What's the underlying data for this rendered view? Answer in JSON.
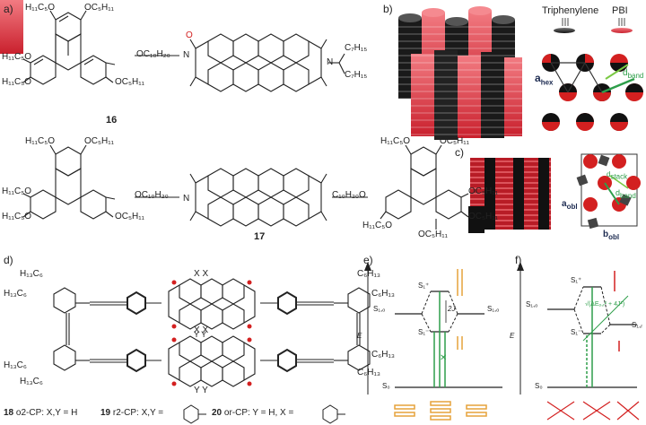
{
  "panels": {
    "a": "a)",
    "b": "b)",
    "c": "c)",
    "d": "d)",
    "e": "e)",
    "f": "f)"
  },
  "compound_16": {
    "number": "16",
    "substituents": {
      "top_left": "H₁₁C₅O",
      "top_right": "OC₅H₁₁",
      "mid_left": "H₁₁C₅O",
      "bot_left": "H₁₁C₅O",
      "bot_right": "OC₅H₁₁",
      "linker": "OC₁₀H₂₀",
      "n_left": "N",
      "n_right": "N",
      "tail_top": "C₇H₁₅",
      "tail_bot": "C₇H₁₅",
      "oxygen": "O"
    }
  },
  "compound_17": {
    "number": "17",
    "substituents": {
      "top_left": "H₁₁C₅O",
      "top_right": "OC₅H₁₁",
      "mid_left": "H₁₁C₅O",
      "bot_left": "H₁₁C₅O",
      "bot_right": "OC₅H₁₁",
      "linker_left": "OC₁₀H₂₀",
      "linker_right": "C₁₀H₂₀O",
      "r_top_left": "H₁₁C₅O",
      "r_top_right": "OC₅H₁₁",
      "r_mid_right": "OC₅H₁₁",
      "r_bot_left": "H₁₁C₅O",
      "r_bot_mid": "OC₅H₁₁",
      "r_bot_right": "OC₅H₁₁",
      "n": "N"
    }
  },
  "panel_b": {
    "legend_triphenylene": "Triphenylene",
    "legend_pbi": "PBI",
    "a_hex": "a",
    "a_hex_sub": "hex",
    "d_band": "d",
    "d_band_sub": "band"
  },
  "panel_c": {
    "a_obl": "a",
    "a_obl_sub": "obl",
    "b_obl": "b",
    "b_obl_sub": "obl",
    "d_lab": "d",
    "d_sub": "stack",
    "d2": "d",
    "d2_sub": "band"
  },
  "panel_d": {
    "h13c6_top": "H₁₃C₆",
    "h13c6_top2": "H₁₃C₆",
    "h13c6_bot": "H₁₃C₆",
    "h13c6_bot2": "H₁₃C₆",
    "c6h13_tr": "C₆H₁₃",
    "c6h13_tr2": "C₆H₁₃",
    "c6h13_br": "C₆H₁₃",
    "c6h13_br2": "C₆H₁₃",
    "x_top": "X   X",
    "x_bot": "X   X",
    "y_top": "Y   Y",
    "y_bot": "Y   Y",
    "caption_18_num": "18",
    "caption_18": " o2-CP: X,Y = H",
    "caption_19_num": "19",
    "caption_19": " r2-CP: X,Y =",
    "caption_20_num": "20",
    "caption_20": " or-CP: Y = H, X ="
  },
  "panel_e": {
    "s1o_left": "S₁,ₒ",
    "s1o_right": "S₁,ₒ",
    "s1_plus": "S₁⁺",
    "s1_minus": "S₁⁻",
    "two_j": "2J",
    "s0": "S₀",
    "energy_axis": "E",
    "cross": "✕"
  },
  "panel_f": {
    "s1o": "S₁,ₒ",
    "s1r": "S₁,ᵣ",
    "s1_plus": "S₁⁺",
    "s1_minus": "S₁⁻",
    "formula": "√(ΔEₒ,ᵣ² + 4J²)",
    "s0": "S₀",
    "energy_axis": "E"
  },
  "colors": {
    "red": "#d32020",
    "green": "#2e9e4a",
    "orange": "#e6a23a",
    "black": "#222222",
    "pbi_red": "#e0404a"
  }
}
